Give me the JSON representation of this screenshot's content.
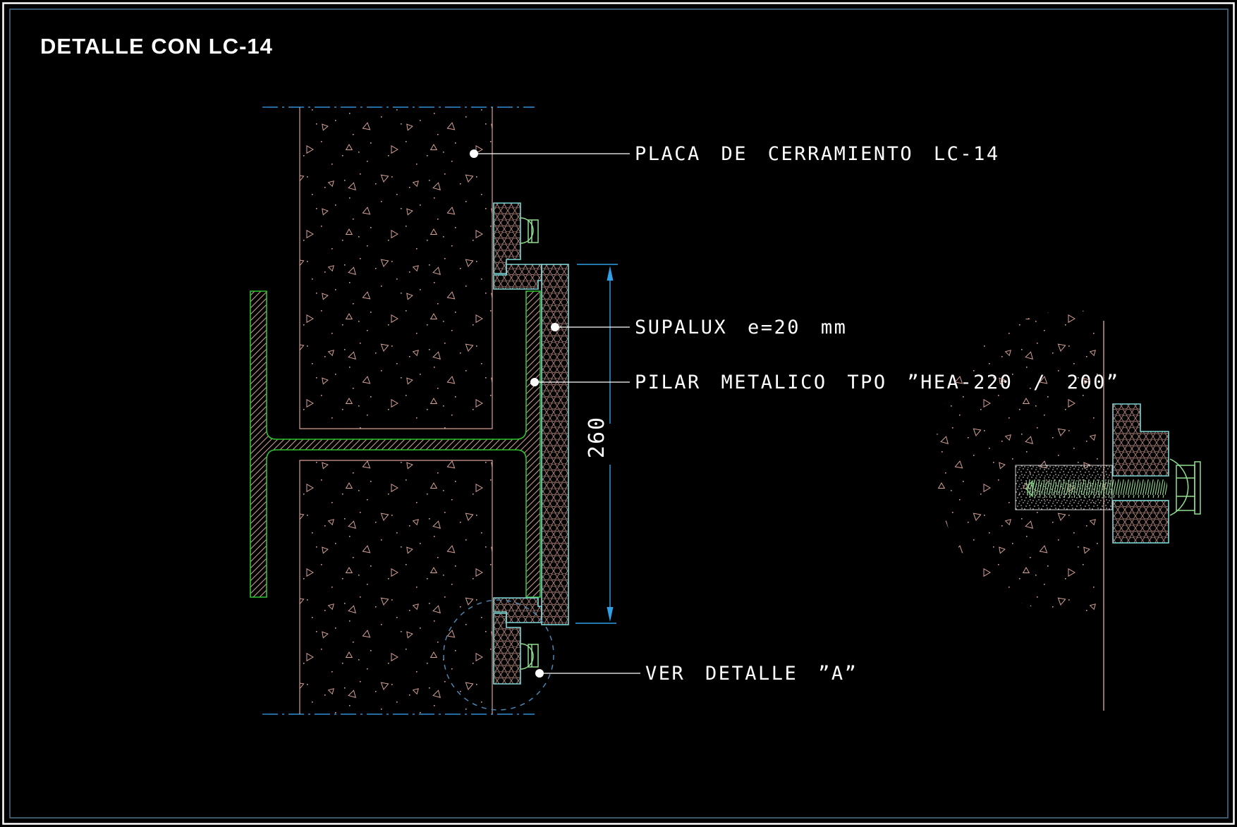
{
  "title": "DETALLE CON LC-14",
  "labels": {
    "placa": "PLACA DE CERRAMIENTO LC-14",
    "supalux": "SUPALUX e=20 mm",
    "pilar": "PILAR METALICO TPO ”HEA-220 / 200”",
    "ver_detalle": "VER DETALLE ”A”"
  },
  "dimension": {
    "value": "260"
  },
  "colors": {
    "background": "#000000",
    "frame_outer": "#ffffff",
    "frame_inner": "#4a7390",
    "concrete_salmon": "#d5a095",
    "steel_green": "#2dc22d",
    "fastener_green": "#8fdf8f",
    "board_cyan": "#7cd4d4",
    "dimension_blue": "#2f9fe8",
    "centerline_blue": "#2f8fd6",
    "detail_circle_blue": "#4d86b0",
    "text_white": "#ffffff"
  }
}
